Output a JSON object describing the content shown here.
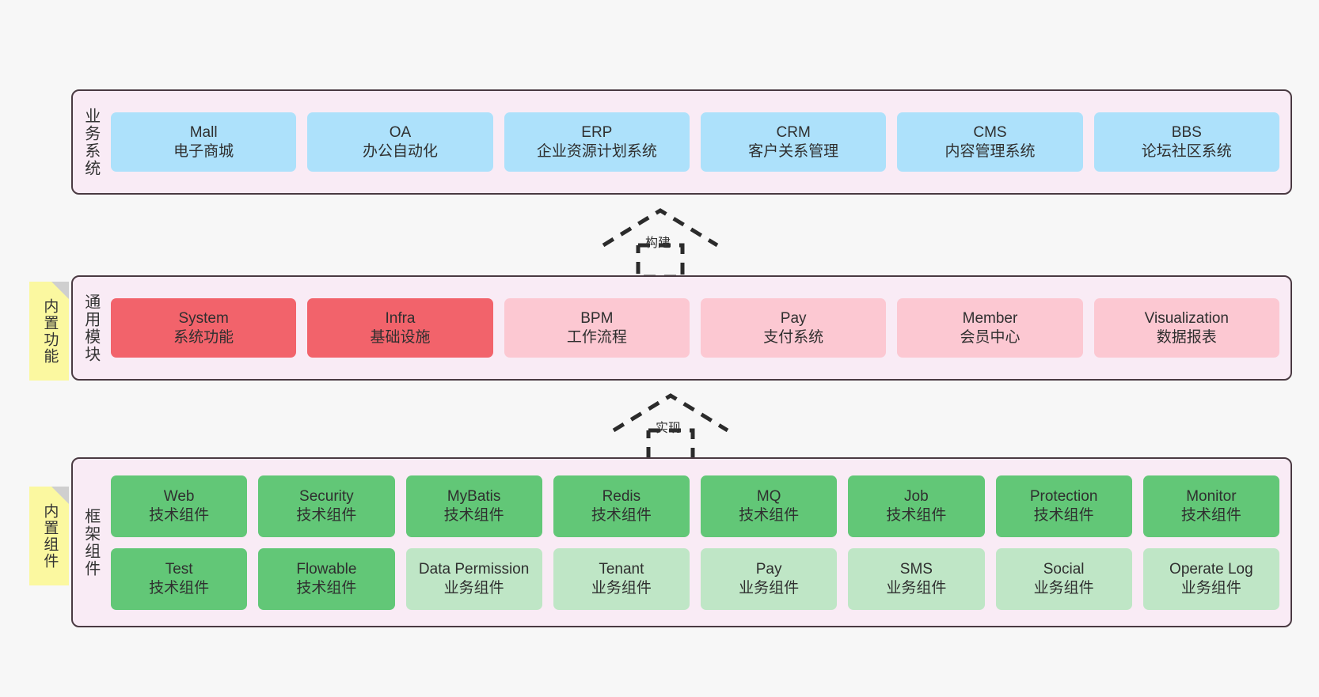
{
  "diagram": {
    "background": "#f7f7f7",
    "layer_fill": "#f9ebf5",
    "layer_border": "#4a3a42"
  },
  "layers": [
    {
      "id": "business-systems",
      "label": "业务系统",
      "rows": [
        {
          "cells": [
            {
              "name": "Mall",
              "sub": "电子商城",
              "color": "#ade1fb",
              "variant": "c-blue"
            },
            {
              "name": "OA",
              "sub": "办公自动化",
              "color": "#ade1fb",
              "variant": "c-blue"
            },
            {
              "name": "ERP",
              "sub": "企业资源计划系统",
              "color": "#ade1fb",
              "variant": "c-blue"
            },
            {
              "name": "CRM",
              "sub": "客户关系管理",
              "color": "#ade1fb",
              "variant": "c-blue"
            },
            {
              "name": "CMS",
              "sub": "内容管理系统",
              "color": "#ade1fb",
              "variant": "c-blue"
            },
            {
              "name": "BBS",
              "sub": "论坛社区系统",
              "color": "#ade1fb",
              "variant": "c-blue"
            }
          ]
        }
      ]
    },
    {
      "id": "common-modules",
      "label": "通用模块",
      "note": "内置功能",
      "rows": [
        {
          "cells": [
            {
              "name": "System",
              "sub": "系统功能",
              "color": "#f2636b",
              "variant": "c-red"
            },
            {
              "name": "Infra",
              "sub": "基础设施",
              "color": "#f2636b",
              "variant": "c-red"
            },
            {
              "name": "BPM",
              "sub": "工作流程",
              "color": "#fcc8d2",
              "variant": "c-pink"
            },
            {
              "name": "Pay",
              "sub": "支付系统",
              "color": "#fcc8d2",
              "variant": "c-pink"
            },
            {
              "name": "Member",
              "sub": "会员中心",
              "color": "#fcc8d2",
              "variant": "c-pink"
            },
            {
              "name": "Visualization",
              "sub": "数据报表",
              "color": "#fcc8d2",
              "variant": "c-pink"
            }
          ]
        }
      ]
    },
    {
      "id": "framework-components",
      "label": "框架组件",
      "note": "内置组件",
      "rows": [
        {
          "cells": [
            {
              "name": "Web",
              "sub": "技术组件",
              "color": "#62c777",
              "variant": "c-green"
            },
            {
              "name": "Security",
              "sub": "技术组件",
              "color": "#62c777",
              "variant": "c-green"
            },
            {
              "name": "MyBatis",
              "sub": "技术组件",
              "color": "#62c777",
              "variant": "c-green"
            },
            {
              "name": "Redis",
              "sub": "技术组件",
              "color": "#62c777",
              "variant": "c-green"
            },
            {
              "name": "MQ",
              "sub": "技术组件",
              "color": "#62c777",
              "variant": "c-green"
            },
            {
              "name": "Job",
              "sub": "技术组件",
              "color": "#62c777",
              "variant": "c-green"
            },
            {
              "name": "Protection",
              "sub": "技术组件",
              "color": "#62c777",
              "variant": "c-green"
            },
            {
              "name": "Monitor",
              "sub": "技术组件",
              "color": "#62c777",
              "variant": "c-green"
            }
          ]
        },
        {
          "cells": [
            {
              "name": "Test",
              "sub": "技术组件",
              "color": "#62c777",
              "variant": "c-green"
            },
            {
              "name": "Flowable",
              "sub": "技术组件",
              "color": "#62c777",
              "variant": "c-green"
            },
            {
              "name": "Data Permission",
              "sub": "业务组件",
              "color": "#bfe6c6",
              "variant": "c-lgreen"
            },
            {
              "name": "Tenant",
              "sub": "业务组件",
              "color": "#bfe6c6",
              "variant": "c-lgreen"
            },
            {
              "name": "Pay",
              "sub": "业务组件",
              "color": "#bfe6c6",
              "variant": "c-lgreen"
            },
            {
              "name": "SMS",
              "sub": "业务组件",
              "color": "#bfe6c6",
              "variant": "c-lgreen"
            },
            {
              "name": "Social",
              "sub": "业务组件",
              "color": "#bfe6c6",
              "variant": "c-lgreen"
            },
            {
              "name": "Operate Log",
              "sub": "业务组件",
              "color": "#bfe6c6",
              "variant": "c-lgreen"
            }
          ]
        }
      ]
    }
  ],
  "connectors": [
    {
      "id": "build",
      "label": "构建",
      "from": "common-modules",
      "to": "business-systems"
    },
    {
      "id": "implement",
      "label": "实现",
      "from": "framework-components",
      "to": "common-modules"
    }
  ]
}
